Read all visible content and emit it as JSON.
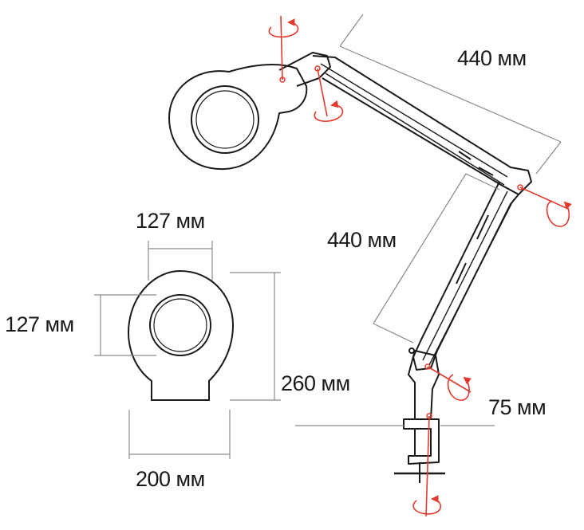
{
  "dimensions": {
    "upper_arm": "440 мм",
    "lower_arm": "440 мм",
    "lens_width": "127 мм",
    "lens_height": "127 мм",
    "head_height": "260 мм",
    "head_width": "200 мм",
    "clamp_width": "75 мм"
  },
  "colors": {
    "outline": "#1a1a1a",
    "dimension_line": "#8a8a8a",
    "rotation_arrow": "#e23a2e"
  },
  "icons": {
    "rotation": "rotation-arrow-icon"
  }
}
